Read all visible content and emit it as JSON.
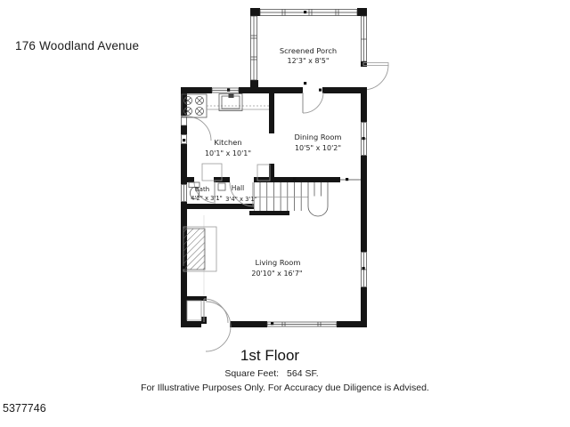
{
  "page": {
    "title": "176 Woodland Avenue",
    "mls_number": "5377746",
    "background": "#ffffff"
  },
  "floor": {
    "name": "1st Floor",
    "square_feet_label": "Square Feet:",
    "square_feet_value": "564 SF.",
    "disclaimer": "For Illustrative Purposes Only.  For Accuracy due Diligence is Advised."
  },
  "rooms": [
    {
      "name": "Screened Porch",
      "dimensions": "12'3\" x 8'5\""
    },
    {
      "name": "Dining Room",
      "dimensions": "10'5\" x 10'2\""
    },
    {
      "name": "Kitchen",
      "dimensions": "10'1\" x 10'1\""
    },
    {
      "name": "Bath",
      "dimensions": "4'2\" x 3'1\""
    },
    {
      "name": "Hall",
      "dimensions": "3'4\" x 3'1\""
    },
    {
      "name": "Living Room",
      "dimensions": "20'10\" x 16'7\""
    }
  ],
  "colors": {
    "wall": "#151515",
    "text": "#232323",
    "door_arc": "#9a9a9a",
    "window_line": "#3a3a3a"
  }
}
